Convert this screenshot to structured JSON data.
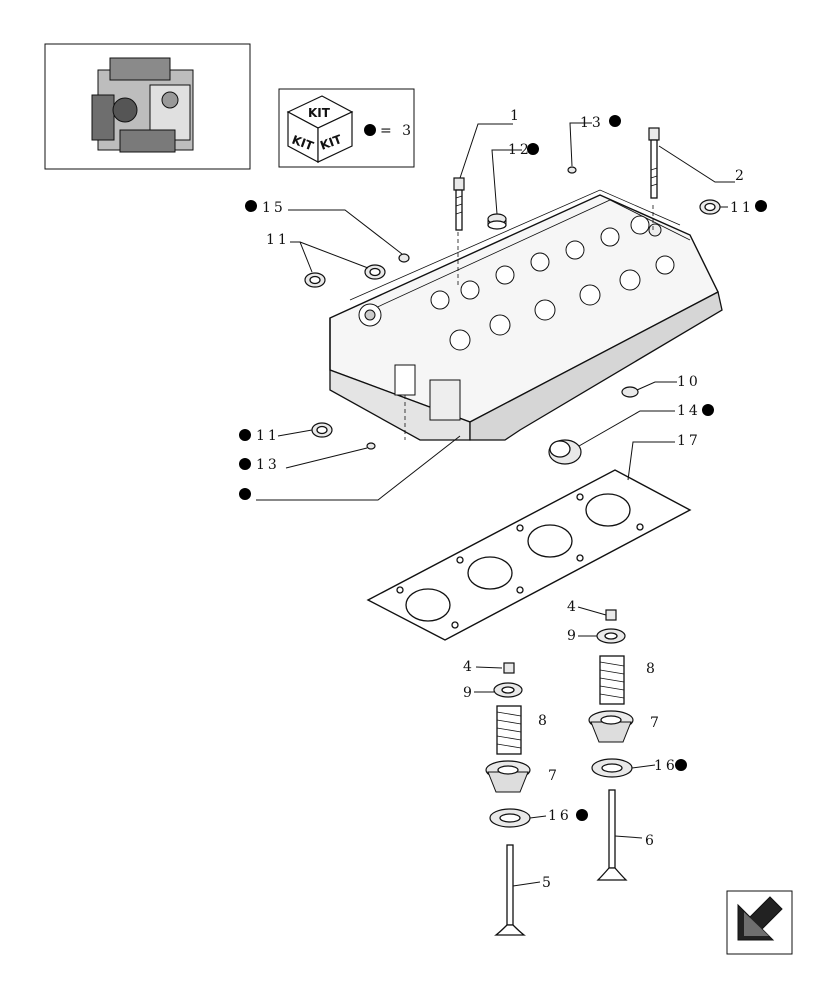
{
  "kit_legend": {
    "kit_words": [
      "KIT",
      "KIT",
      "KIT"
    ],
    "equals_text": "= 3"
  },
  "callouts": {
    "c1": "1",
    "c2": "2",
    "c4a": "4",
    "c4b": "4",
    "c5": "5",
    "c6": "6",
    "c7a": "7",
    "c7b": "7",
    "c8a": "8",
    "c8b": "8",
    "c9a": "9",
    "c9b": "9",
    "c10": "10",
    "c11_top": "11",
    "c11_left": "11",
    "c11_bottom": "11",
    "c12": "12",
    "c13_top": "13",
    "c13_bottom": "13",
    "c14": "14",
    "c15": "15",
    "c16a": "16",
    "c16b": "16",
    "c17": "17"
  },
  "icons": {
    "thumbnail": "engine-thumbnail-icon",
    "kit": "kit-box-icon",
    "nav": "navigation-arrow-icon"
  }
}
